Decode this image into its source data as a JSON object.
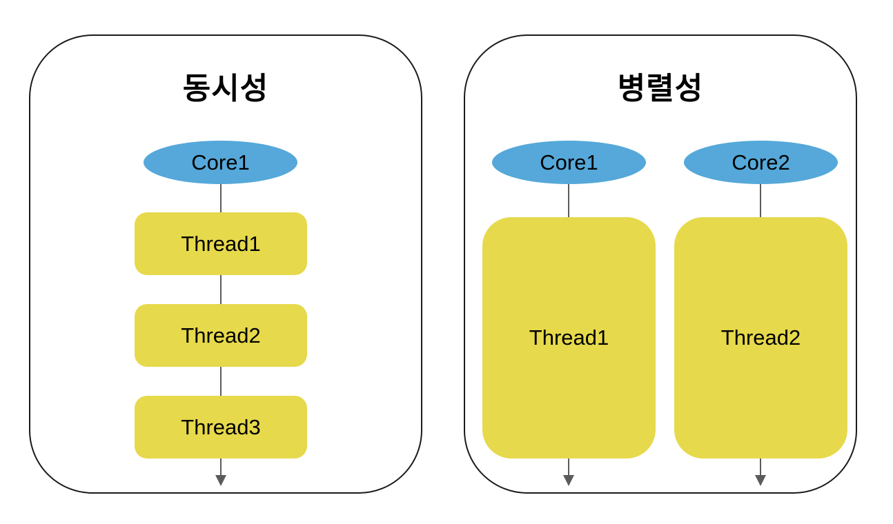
{
  "colors": {
    "background": "#FFFFFF",
    "panel_border": "#1A1A1A",
    "core_fill": "#55A8D9",
    "thread_fill": "#E6D94C",
    "connector": "#5B5B5B",
    "text": "#000000"
  },
  "panels": [
    {
      "title": "동시성",
      "cores": [
        {
          "label": "Core1"
        }
      ],
      "threads": [
        {
          "label": "Thread1"
        },
        {
          "label": "Thread2"
        },
        {
          "label": "Thread3"
        }
      ]
    },
    {
      "title": "병렬성",
      "cores": [
        {
          "label": "Core1"
        },
        {
          "label": "Core2"
        }
      ],
      "threads": [
        {
          "label": "Thread1"
        },
        {
          "label": "Thread2"
        }
      ]
    }
  ]
}
